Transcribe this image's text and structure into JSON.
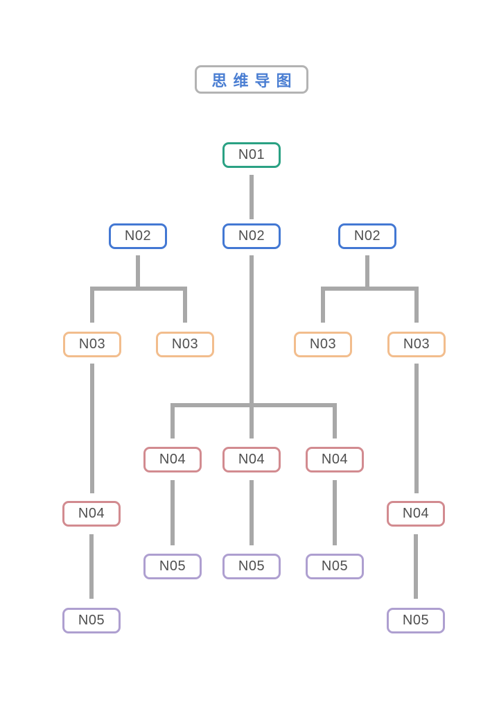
{
  "title": {
    "text": "思维导图"
  },
  "theme": {
    "colors": {
      "background": "#ffffff",
      "title_text": "#4a7ed2",
      "title_border": "#b3b3b3",
      "connector": "#a8a8a8",
      "node_text": "#4f4f4f",
      "n01": "#2aa183",
      "n02": "#4378d3",
      "n03": "#f2bd8d",
      "n04": "#d28b90",
      "n05": "#ae9fd0"
    }
  },
  "nodes": [
    {
      "label": "N01",
      "level": 1
    },
    {
      "label": "N02",
      "level": 2
    },
    {
      "label": "N02",
      "level": 2
    },
    {
      "label": "N02",
      "level": 2
    },
    {
      "label": "N03",
      "level": 3
    },
    {
      "label": "N03",
      "level": 3
    },
    {
      "label": "N03",
      "level": 3
    },
    {
      "label": "N03",
      "level": 3
    },
    {
      "label": "N04",
      "level": 4
    },
    {
      "label": "N04",
      "level": 4
    },
    {
      "label": "N04",
      "level": 4
    },
    {
      "label": "N04",
      "level": 4
    },
    {
      "label": "N04",
      "level": 4
    },
    {
      "label": "N05",
      "level": 5
    },
    {
      "label": "N05",
      "level": 5
    },
    {
      "label": "N05",
      "level": 5
    },
    {
      "label": "N05",
      "level": 5
    },
    {
      "label": "N05",
      "level": 5
    }
  ]
}
